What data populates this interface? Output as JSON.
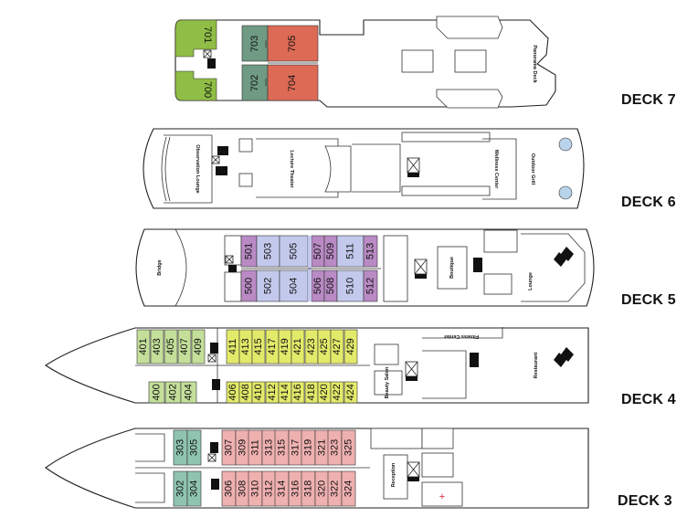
{
  "colors": {
    "green": "#8fbd45",
    "dark_green": "#6f9a83",
    "red": "#dd6a55",
    "purple": "#b98ac4",
    "blue": "#c3c9ec",
    "yellow": "#e3ea6a",
    "light_green": "#c4df9a",
    "teal": "#8fc4b0",
    "pink": "#efb0b0",
    "grill_blue": "#b9d3ea"
  },
  "decks": [
    {
      "key": "deck7",
      "label": "DECK 7"
    },
    {
      "key": "deck6",
      "label": "DECK 6"
    },
    {
      "key": "deck5",
      "label": "DECK 5"
    },
    {
      "key": "deck4",
      "label": "DECK 4"
    },
    {
      "key": "deck3",
      "label": "DECK 3"
    }
  ],
  "rooms": {
    "panorama_deck": "Panorama Deck",
    "observation_lounge": "Observation Lounge",
    "lecture_theater": "Lecture Theater",
    "wellness_center": "Wellness Center",
    "outdoor_grill": "Outdoor Grill",
    "bridge": "Bridge",
    "boutique": "Boutique",
    "lounge": "Lounge",
    "fitness_center": "Fitness Center",
    "beauty_salon": "Beauty Salon",
    "restaurant": "Restaurant",
    "reception": "Reception"
  },
  "cabins": {
    "deck7": [
      "701",
      "700",
      "703",
      "702",
      "705",
      "704"
    ],
    "deck5": [
      "501",
      "500",
      "503",
      "502",
      "505",
      "504",
      "507",
      "506",
      "509",
      "508",
      "511",
      "510",
      "513",
      "512"
    ],
    "deck4_top": [
      "401",
      "403",
      "405",
      "407",
      "409",
      "411",
      "413",
      "415",
      "417",
      "419",
      "421",
      "423",
      "425",
      "427",
      "429"
    ],
    "deck4_bottom": [
      "400",
      "402",
      "404",
      "406",
      "408",
      "410",
      "412",
      "414",
      "416",
      "418",
      "420",
      "422",
      "424"
    ],
    "deck3_top": [
      "303",
      "305",
      "307",
      "309",
      "311",
      "313",
      "315",
      "317",
      "319",
      "321",
      "323",
      "325"
    ],
    "deck3_bottom": [
      "302",
      "304",
      "306",
      "308",
      "310",
      "312",
      "314",
      "316",
      "318",
      "320",
      "322",
      "324"
    ]
  }
}
